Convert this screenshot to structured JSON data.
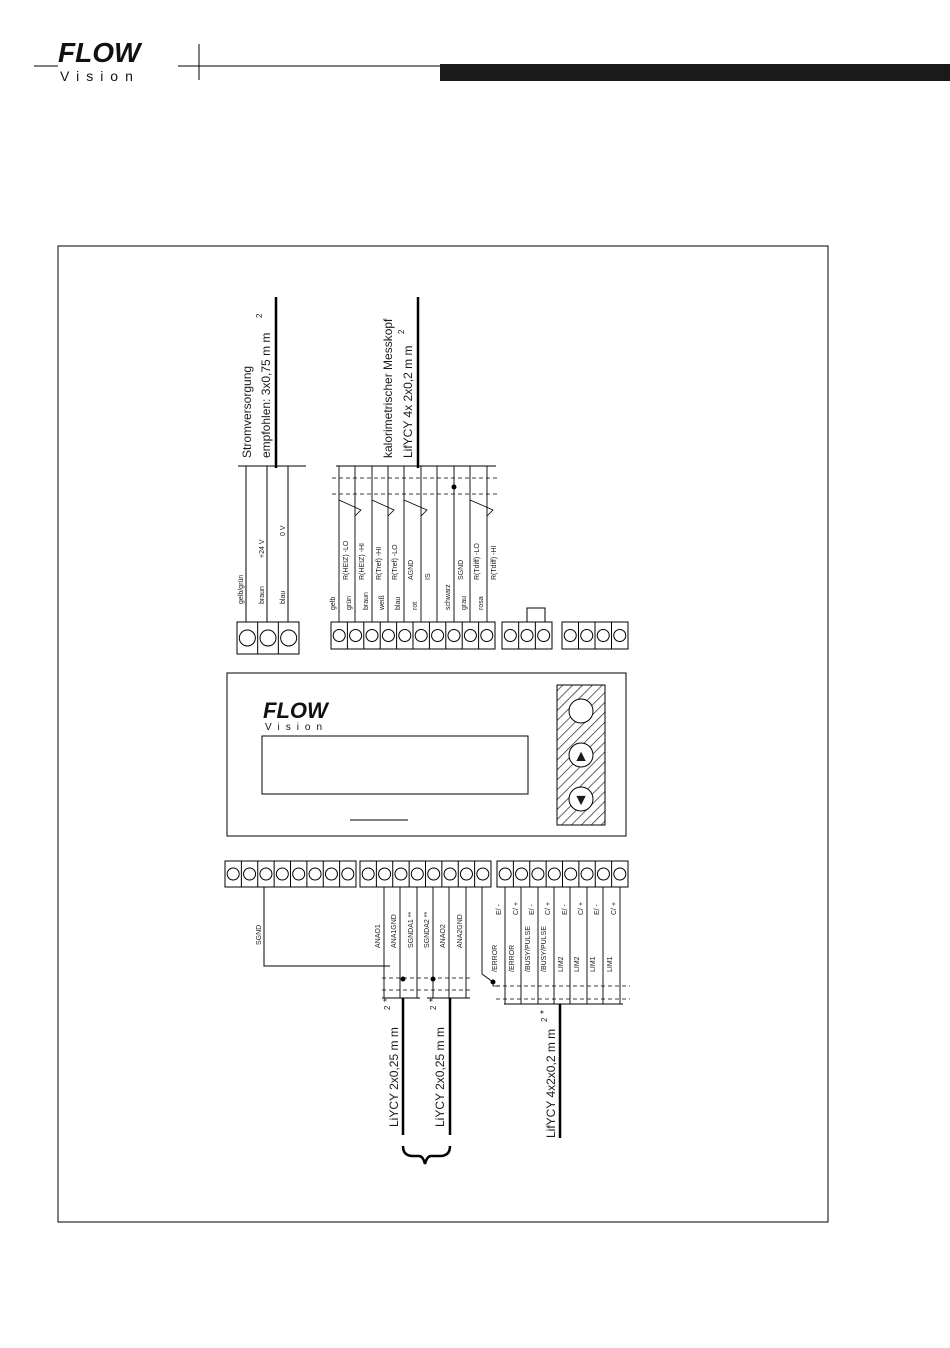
{
  "header": {
    "logo_text": "FLOW",
    "logo_sub": "Vision"
  },
  "power": {
    "title": "Stromversorgung",
    "recommend": "empfohlen: 3x0,75 m m",
    "sup": "2",
    "colors": [
      "gelb/grün",
      "braun",
      "blau"
    ],
    "signals": [
      "+24 V",
      "0 V"
    ]
  },
  "sensor": {
    "title": "kalorimetrischer Messkopf",
    "cable": "LifYCY 4x 2x0,2 m m",
    "sup": "2",
    "colors": [
      "gelb",
      "grün",
      "braun",
      "weiß",
      "blau",
      "rot",
      "schwarz",
      "grau",
      "rosa"
    ],
    "signals": [
      "R(HEIZ) -LO",
      "R(HEIZ) -HI",
      "R(Tref) -HI",
      "R(Tref) -LO",
      "AGND",
      "IS",
      "SGND",
      "R(Tdiff) -LO",
      "R(Tdiff) -HI"
    ]
  },
  "device": {
    "logo_text": "FLOW",
    "logo_sub": "Vision",
    "btn_up": "▲",
    "btn_down": "▼"
  },
  "bottom_left": {
    "signal": "SGND"
  },
  "analog": {
    "signals": [
      "ANAO1",
      "ANA1GND",
      "SGNDA1 **",
      "SGNDA2 **",
      "ANAO2",
      "ANA2GND"
    ],
    "cable1": "LiYCY 2x0,25 m m",
    "cable2": "LiYCY 2x0,25 m m",
    "sup": "2",
    "star": "*"
  },
  "digital": {
    "signals_a": [
      "/ERROR",
      "/ERROR",
      "/BUSY/PULSE",
      "/BUSY/PULSE",
      "LIM2",
      "LIM2",
      "LIM1",
      "LIM1"
    ],
    "signals_b": [
      "E/ -",
      "C/ +",
      "E/ -",
      "C/ +",
      "E/ -",
      "C/ +",
      "E/ -",
      "C/ +"
    ],
    "cable": "LifYCY 4x2x0,2 m m",
    "sup": "2",
    "star": "*"
  }
}
